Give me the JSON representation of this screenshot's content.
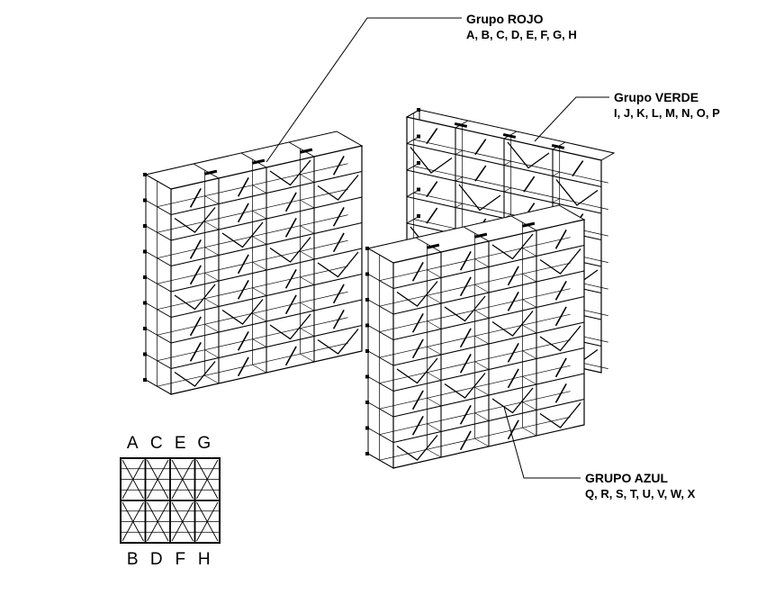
{
  "callouts": {
    "rojo": {
      "title": "Grupo ROJO",
      "items": "A, B, C, D, E, F, G, H"
    },
    "verde": {
      "title": "Grupo VERDE",
      "items": "I, J, K, L, M, N, O, P"
    },
    "azul": {
      "title": "GRUPO AZUL",
      "items": "Q, R, S, T, U, V, W, X"
    }
  },
  "key": {
    "top_labels": [
      "A",
      "C",
      "E",
      "G"
    ],
    "bottom_labels": [
      "B",
      "D",
      "F",
      "H"
    ]
  },
  "colors": {
    "line": "#000000",
    "fill": "#ffffff",
    "grid": "#222222"
  }
}
